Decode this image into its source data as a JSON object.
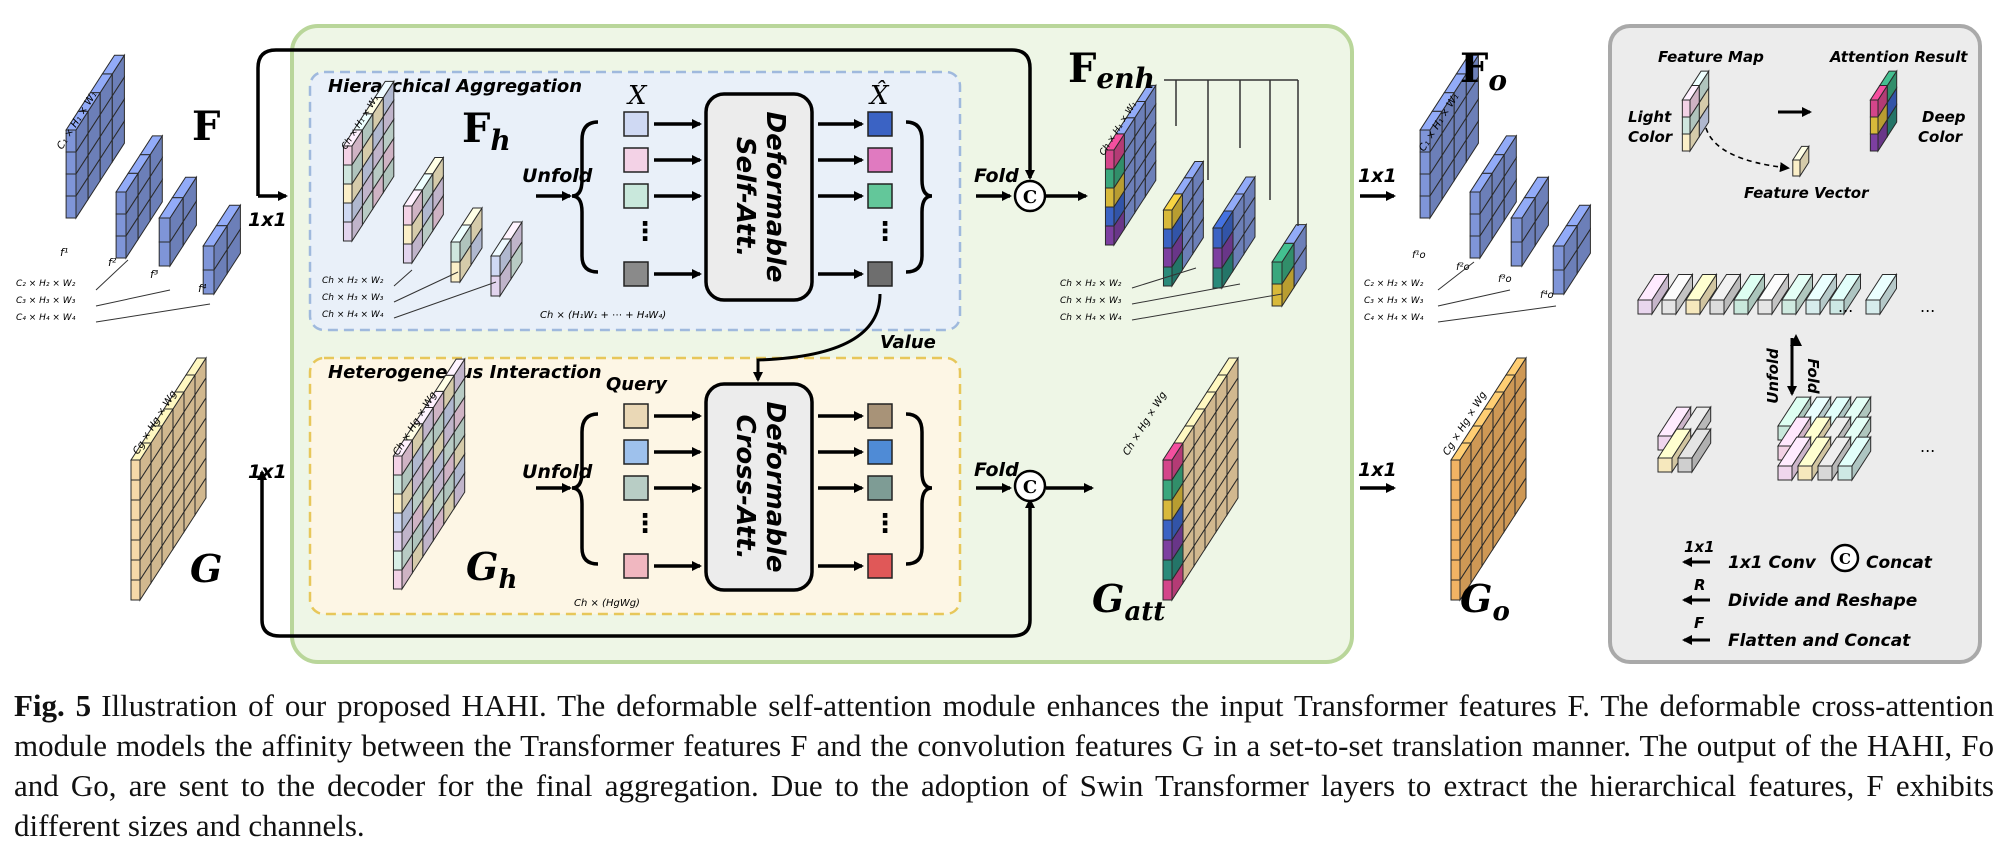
{
  "figure": {
    "labels": {
      "F": "F",
      "G": "G",
      "F_h": "F",
      "F_h_sub": "h",
      "G_h": "G",
      "G_h_sub": "h",
      "F_enh": "F",
      "F_enh_sub": "enh",
      "G_att": "G",
      "G_att_sub": "att",
      "F_o": "F",
      "F_o_sub": "o",
      "G_o": "G",
      "G_o_sub": "o",
      "X": "X",
      "X_hat": "X̂"
    },
    "sections": {
      "hierarchical_aggregation": "Hierarchical Aggregation",
      "heterogeneous_interaction": "Heterogeneous Interaction"
    },
    "blocks": {
      "self_att_line1": "Deformable",
      "self_att_line2": "Self-Att.",
      "cross_att_line1": "Deformable",
      "cross_att_line2": "Cross-Att."
    },
    "op_labels": {
      "unfold_top": "Unfold",
      "unfold_bottom": "Unfold",
      "fold_top": "Fold",
      "fold_bottom": "Fold",
      "conv_1x1_a": "1x1",
      "conv_1x1_b": "1x1",
      "conv_1x1_c": "1x1",
      "conv_1x1_d": "1x1",
      "query": "Query",
      "value": "Value",
      "concat_symbol": "C",
      "ellipsis": "⋮"
    },
    "dims": {
      "F_dims": [
        "C₁ × H₁ × W₁",
        "f¹",
        "f²",
        "f³",
        "f⁴",
        "C₂ × H₂ × W₂",
        "C₃ × H₃ × W₃",
        "C₄ × H₄ × W₄"
      ],
      "Fh_dims": [
        "Ch × H₁ × W₁",
        "Ch × H₂ × W₂",
        "Ch × H₃ × W₃",
        "Ch × H₄ × W₄",
        "Ch × (H₁W₁ + ⋯ + H₄W₄)"
      ],
      "Fenh_dims": [
        "Ch × H₁ × W₁",
        "Ch × H₂ × W₂",
        "Ch × H₃ × W₃",
        "Ch × H₄ × W₄"
      ],
      "Fo_dims": [
        "C₁ × H₁ × W₁",
        "f¹o",
        "f²o",
        "f³o",
        "f⁴o",
        "C₂ × H₂ × W₂",
        "C₃ × H₃ × W₃",
        "C₄ × H₄ × W₄"
      ],
      "G_dims": "Cg × Hg × Wg",
      "Gh_dims": "Ch × Hg × Wg",
      "Gh_seq": "Ch × (HgWg)",
      "Gatt_dims": "Ch × Hg × Wg",
      "Go_dims": "Cg × Hg × Wg"
    },
    "legend": {
      "feature_map": "Feature Map",
      "attention_result": "Attention Result",
      "light_color_1": "Light",
      "light_color_2": "Color",
      "deep_color_1": "Deep",
      "deep_color_2": "Color",
      "feature_vector": "Feature Vector",
      "unfold": "Unfold",
      "fold": "Fold",
      "dots": "...",
      "conv_label_top": "1x1",
      "conv_label": "1x1 Conv",
      "concat_symbol": "C",
      "concat_label": "Concat",
      "reshape_top": "R",
      "reshape_label": "Divide and Reshape",
      "flatten_top": "F",
      "flatten_label": "Flatten and Concat"
    },
    "colors": {
      "blue_cube": "#7f95d8",
      "tan_cube": "#f6d8a8",
      "orange_cube": "#f2b364",
      "green_panel_border": "#b9d69a",
      "green_panel_fill": "#eef6e6",
      "blue_dash": "#9fb9dd",
      "blue_panel_fill": "#e9f0f9",
      "yellow_dash": "#e7c75a",
      "yellow_panel_fill": "#fdf6e5",
      "legend_fill": "#ececec",
      "legend_border": "#a9a9a9"
    }
  },
  "caption": {
    "fig_num": "Fig. 5",
    "text": "Illustration of our proposed HAHI. The deformable self-attention module enhances the input Transformer features F. The deformable cross-attention module models the affinity between the Transformer features F and the convolution features G in a set-to-set translation manner. The output of the HAHI, Fo and Go, are sent to the decoder for the final aggregation. Due to the adoption of Swin Transformer layers to extract the hierarchical features, F exhibits different sizes and channels."
  }
}
